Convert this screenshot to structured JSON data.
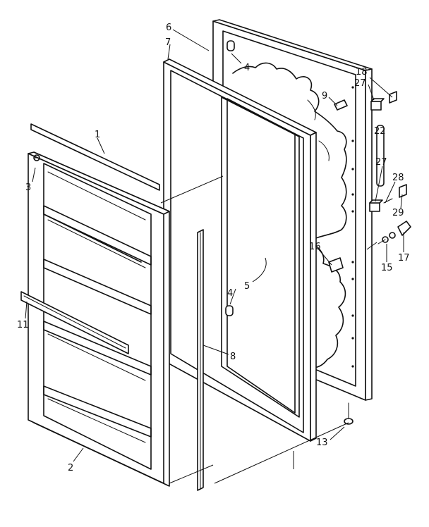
{
  "callouts": [
    {
      "id": "c1",
      "text": "1"
    },
    {
      "id": "c2",
      "text": "2"
    },
    {
      "id": "c3",
      "text": "3"
    },
    {
      "id": "c4a",
      "text": "4"
    },
    {
      "id": "c4b",
      "text": "4"
    },
    {
      "id": "c5",
      "text": "5"
    },
    {
      "id": "c6",
      "text": "6"
    },
    {
      "id": "c7",
      "text": "7"
    },
    {
      "id": "c8",
      "text": "8"
    },
    {
      "id": "c9",
      "text": "9"
    },
    {
      "id": "c11",
      "text": "11"
    },
    {
      "id": "c13",
      "text": "13"
    },
    {
      "id": "c15",
      "text": "15"
    },
    {
      "id": "c16",
      "text": "16"
    },
    {
      "id": "c17",
      "text": "17"
    },
    {
      "id": "c18",
      "text": "18"
    },
    {
      "id": "c22",
      "text": "22"
    },
    {
      "id": "c27a",
      "text": "27"
    },
    {
      "id": "c27b",
      "text": "27"
    },
    {
      "id": "c28",
      "text": "28"
    },
    {
      "id": "c29",
      "text": "29"
    }
  ]
}
